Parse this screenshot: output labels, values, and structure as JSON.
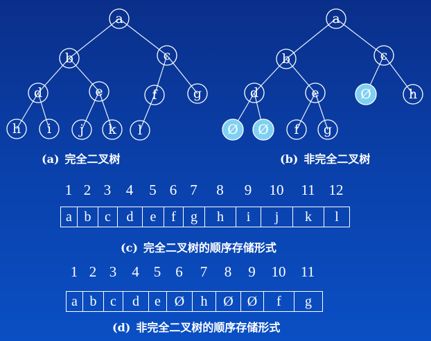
{
  "trees": [
    {
      "caption_tag": "(a)",
      "caption_text": "完全二叉树",
      "nodes": [
        {
          "id": "a",
          "label": "a"
        },
        {
          "id": "b",
          "label": "b"
        },
        {
          "id": "c",
          "label": "c"
        },
        {
          "id": "d",
          "label": "d"
        },
        {
          "id": "e",
          "label": "e"
        },
        {
          "id": "f",
          "label": "f"
        },
        {
          "id": "g",
          "label": "g"
        },
        {
          "id": "h",
          "label": "h"
        },
        {
          "id": "i",
          "label": "i"
        },
        {
          "id": "j",
          "label": "j"
        },
        {
          "id": "k",
          "label": "k"
        },
        {
          "id": "l",
          "label": "l"
        }
      ],
      "edges": [
        [
          "a",
          "b"
        ],
        [
          "a",
          "c"
        ],
        [
          "b",
          "d"
        ],
        [
          "b",
          "e"
        ],
        [
          "c",
          "f"
        ],
        [
          "c",
          "g"
        ],
        [
          "d",
          "h"
        ],
        [
          "d",
          "i"
        ],
        [
          "e",
          "j"
        ],
        [
          "e",
          "k"
        ],
        [
          "f",
          "l"
        ]
      ]
    },
    {
      "caption_tag": "(b)",
      "caption_text": "非完全二叉树",
      "nodes": [
        {
          "id": "a",
          "label": "a"
        },
        {
          "id": "b",
          "label": "b"
        },
        {
          "id": "c",
          "label": "c"
        },
        {
          "id": "d",
          "label": "d"
        },
        {
          "id": "e",
          "label": "e"
        },
        {
          "id": "n1",
          "label": "Ø",
          "null": true
        },
        {
          "id": "h",
          "label": "h"
        },
        {
          "id": "n2",
          "label": "Ø",
          "null": true
        },
        {
          "id": "n3",
          "label": "Ø",
          "null": true
        },
        {
          "id": "f",
          "label": "f"
        },
        {
          "id": "g",
          "label": "g"
        }
      ],
      "edges": [
        [
          "a",
          "b"
        ],
        [
          "a",
          "c"
        ],
        [
          "b",
          "d"
        ],
        [
          "b",
          "e"
        ],
        [
          "c",
          "n1"
        ],
        [
          "c",
          "h"
        ],
        [
          "d",
          "n2"
        ],
        [
          "d",
          "n3"
        ],
        [
          "e",
          "f"
        ],
        [
          "e",
          "g"
        ]
      ]
    }
  ],
  "colors": {
    "background": "#0a3fa8",
    "null_node_fill": "#7fd0f2",
    "null_node_stroke": "#ffffff",
    "text": "#ffffff"
  },
  "array_c": {
    "indices": [
      "1",
      "2",
      "3",
      "4",
      "5",
      "6",
      "7",
      "8",
      "9",
      "10",
      "11",
      "12"
    ],
    "values": [
      "a",
      "b",
      "c",
      "d",
      "e",
      "f",
      "g",
      "h",
      "i",
      "j",
      "k",
      "l"
    ],
    "caption_tag": "(c)",
    "caption_text": "完全二叉树的顺序存储形式"
  },
  "array_d": {
    "indices": [
      "1",
      "2",
      "3",
      "4",
      "5",
      "6",
      "7",
      "8",
      "9",
      "10",
      "11"
    ],
    "values": [
      "a",
      "b",
      "c",
      "d",
      "e",
      "Ø",
      "h",
      "Ø",
      "Ø",
      "f",
      "g"
    ],
    "caption_tag": "(d)",
    "caption_text": "非完全二叉树的顺序存储形式"
  }
}
